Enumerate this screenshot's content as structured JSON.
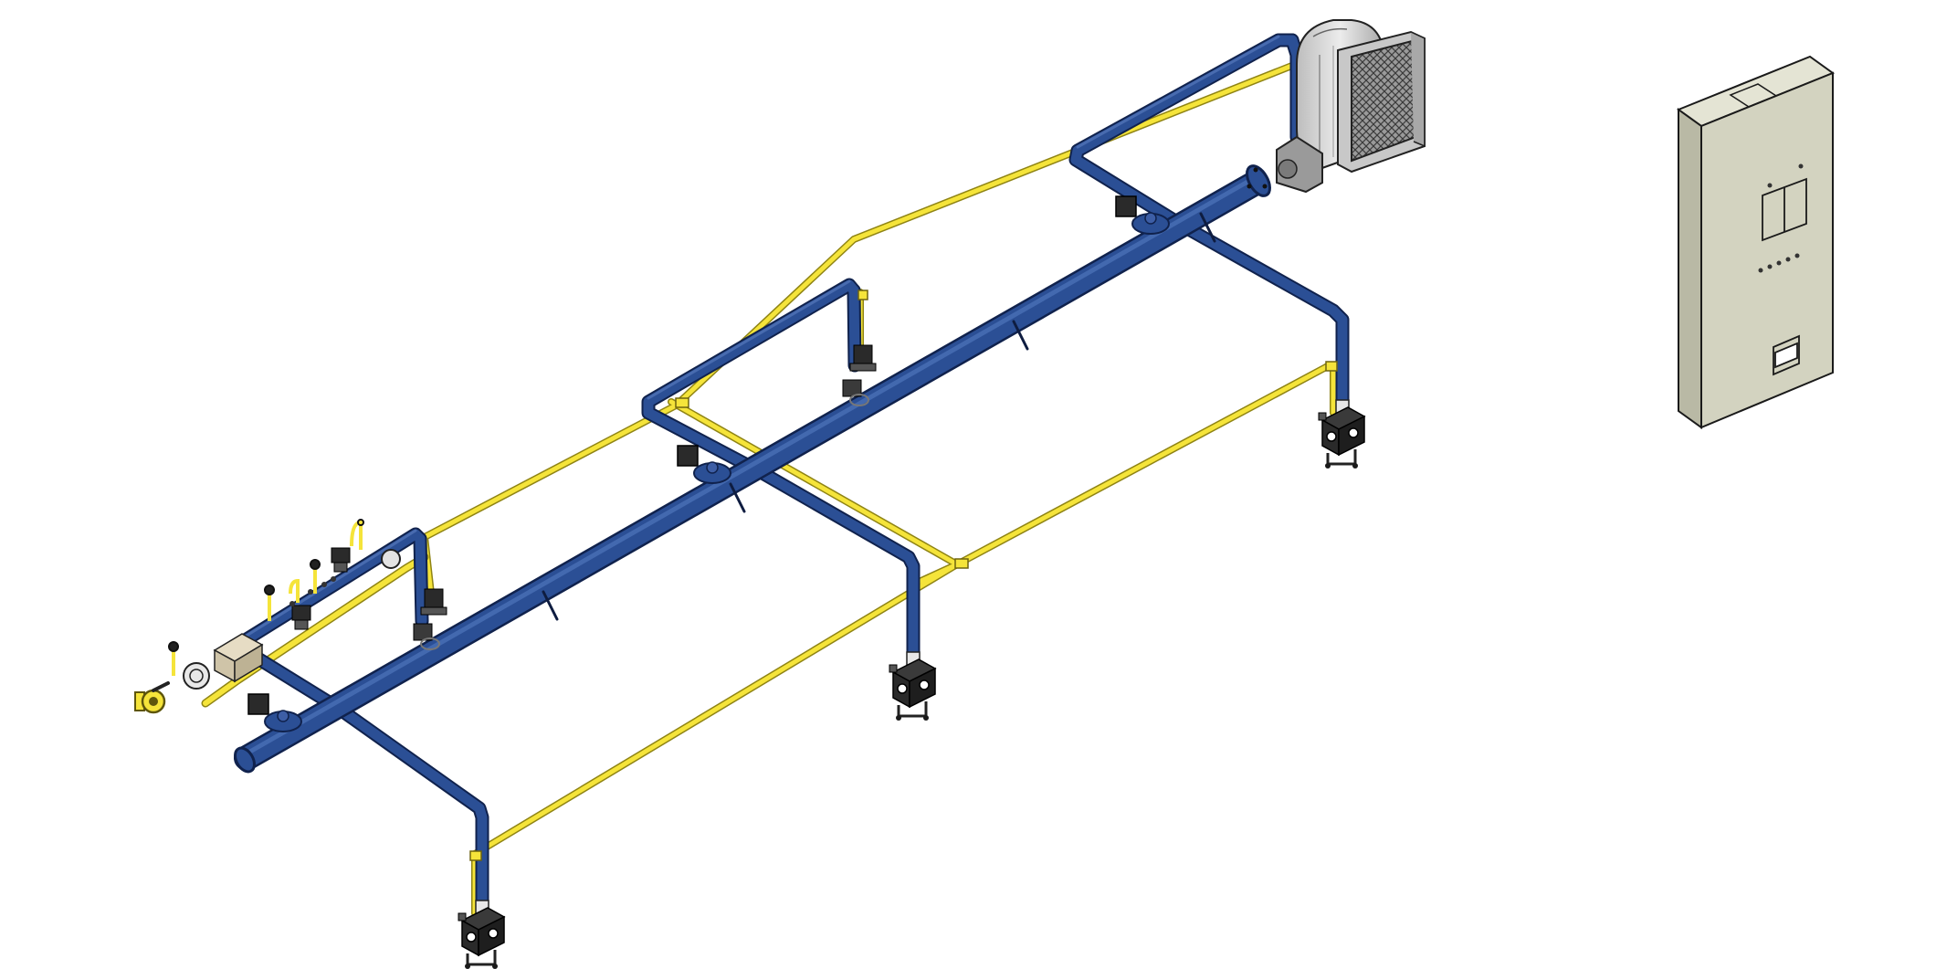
{
  "colors": {
    "background": "#ffffff",
    "air_pipe": "#2b4f95",
    "air_pipe_dark": "#1a3470",
    "air_pipe_light": "#4a6fb5",
    "gas_pipe": "#f5e43a",
    "gas_pipe_dark": "#b8a81a",
    "fan_body": "#d4d4d4",
    "cabinet_front": "#d3d3c0",
    "cabinet_side": "#b9b9a5",
    "cabinet_top": "#e4e4d4",
    "outline": "#1a1a1a",
    "valve_dark": "#2a2a2a"
  },
  "components": {
    "combustion_air_fan": {
      "icon": "centrifugal-fan-icon"
    },
    "control_cabinet": {
      "icon": "electrical-cabinet-icon"
    },
    "burners": [
      {
        "id": "burner-1",
        "icon": "burner-icon"
      },
      {
        "id": "burner-2",
        "icon": "burner-icon"
      },
      {
        "id": "burner-3",
        "icon": "burner-icon"
      }
    ],
    "gas_train": {
      "icon": "gas-train-icon"
    },
    "gas_inlet_valve": {
      "icon": "ball-valve-icon"
    }
  }
}
